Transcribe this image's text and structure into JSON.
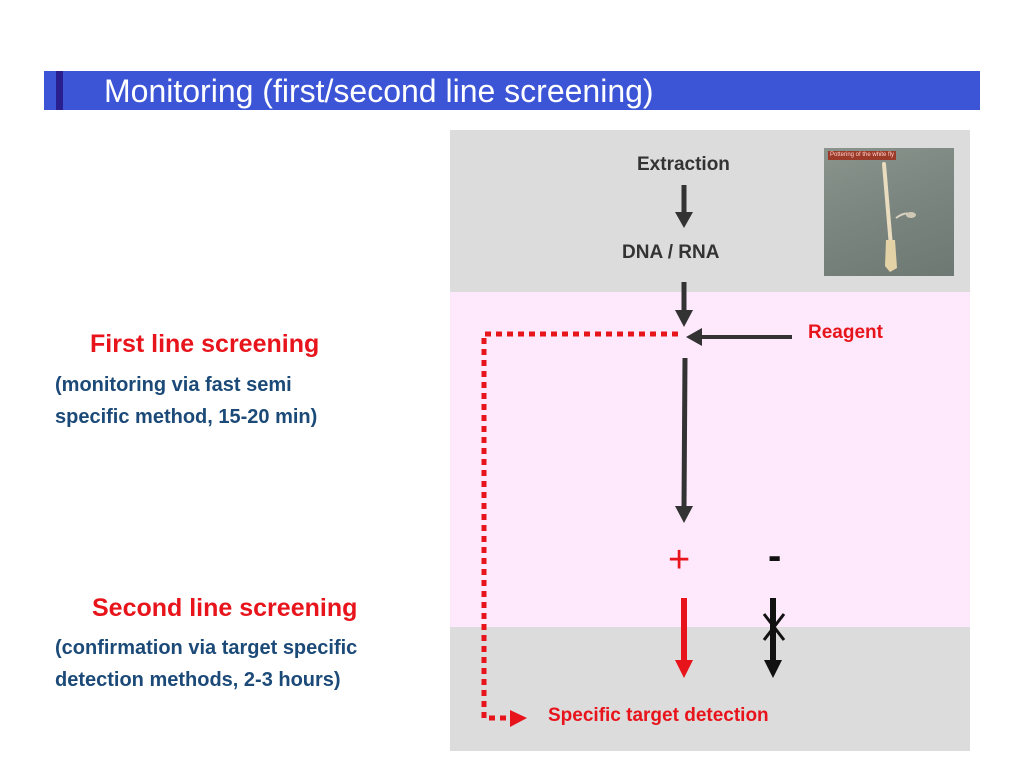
{
  "title": "Monitoring (first/second line screening)",
  "diagram": {
    "extraction": "Extraction",
    "dna_rna": "DNA / RNA",
    "reagent": "Reagent",
    "positive": "+",
    "negative": "-",
    "specific_detection": "Specific target detection",
    "photo_caption": "Pottering of the white fly"
  },
  "first_line": {
    "title": "First line screening",
    "desc": [
      "(monitoring via fast semi",
      "specific method, 15-20 min)"
    ]
  },
  "second_line": {
    "title": "Second line screening",
    "desc": [
      "(confirmation via target specific",
      "detection methods, 2-3 hours)"
    ]
  },
  "colors": {
    "title_bar": "#3b55d6",
    "accent_red": "#e8141c",
    "text_blue": "#1c4a78",
    "panel_gray": "#dcdcdc",
    "panel_pink": "#fde9fb"
  }
}
